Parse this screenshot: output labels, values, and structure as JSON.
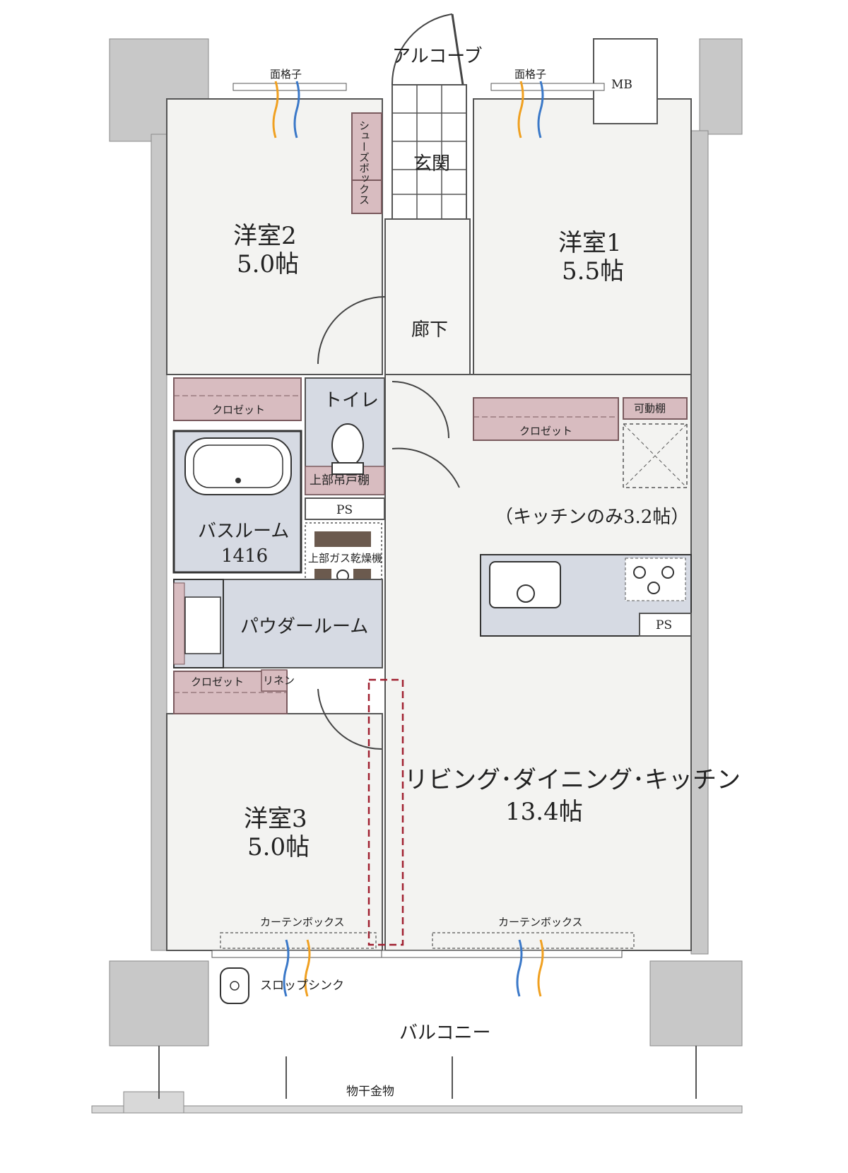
{
  "colors": {
    "wall": "#c8c8c8",
    "wall_edge": "#8a8a8a",
    "floor": "#f3f3f1",
    "wet": "#d6dae3",
    "storage": "#d8bcc0",
    "storage_edge": "#7a5a5e",
    "text": "#222222",
    "fire": "#f0a020",
    "air": "#3a78c8",
    "dash": "#a02030"
  },
  "labels": {
    "alcove": "アルコーブ",
    "lattice_left": "面格子",
    "lattice_right": "面格子",
    "mb": "MB",
    "shoebox": "シューズボックス",
    "entrance": "玄関",
    "room2_name": "洋室2",
    "room2_size": "5.0帖",
    "room1_name": "洋室1",
    "room1_size": "5.5帖",
    "hallway": "廊下",
    "closet_room2": "クロゼット",
    "toilet": "トイレ",
    "toilet_cabinet": "上部吊戸棚",
    "closet_room1": "クロゼット",
    "movable_shelf": "可動棚",
    "ps_upper": "PS",
    "kitchen_only": "（キッチンのみ3.2帖）",
    "bathroom": "バスルーム",
    "bath_size": "1416",
    "dryer": "上部ガス乾燥機",
    "powder_room": "パウダールーム",
    "ps_kitchen": "PS",
    "closet_room3": "クロゼット",
    "linen": "リネン",
    "ldk_name": "リビング･ダイニング･キッチン",
    "ldk_size": "13.4帖",
    "room3_name": "洋室3",
    "room3_size": "5.0帖",
    "curtain_left": "カーテンボックス",
    "curtain_right": "カーテンボックス",
    "slop_sink": "スロップシンク",
    "balcony": "バルコニー",
    "drying_hardware": "物干金物"
  }
}
